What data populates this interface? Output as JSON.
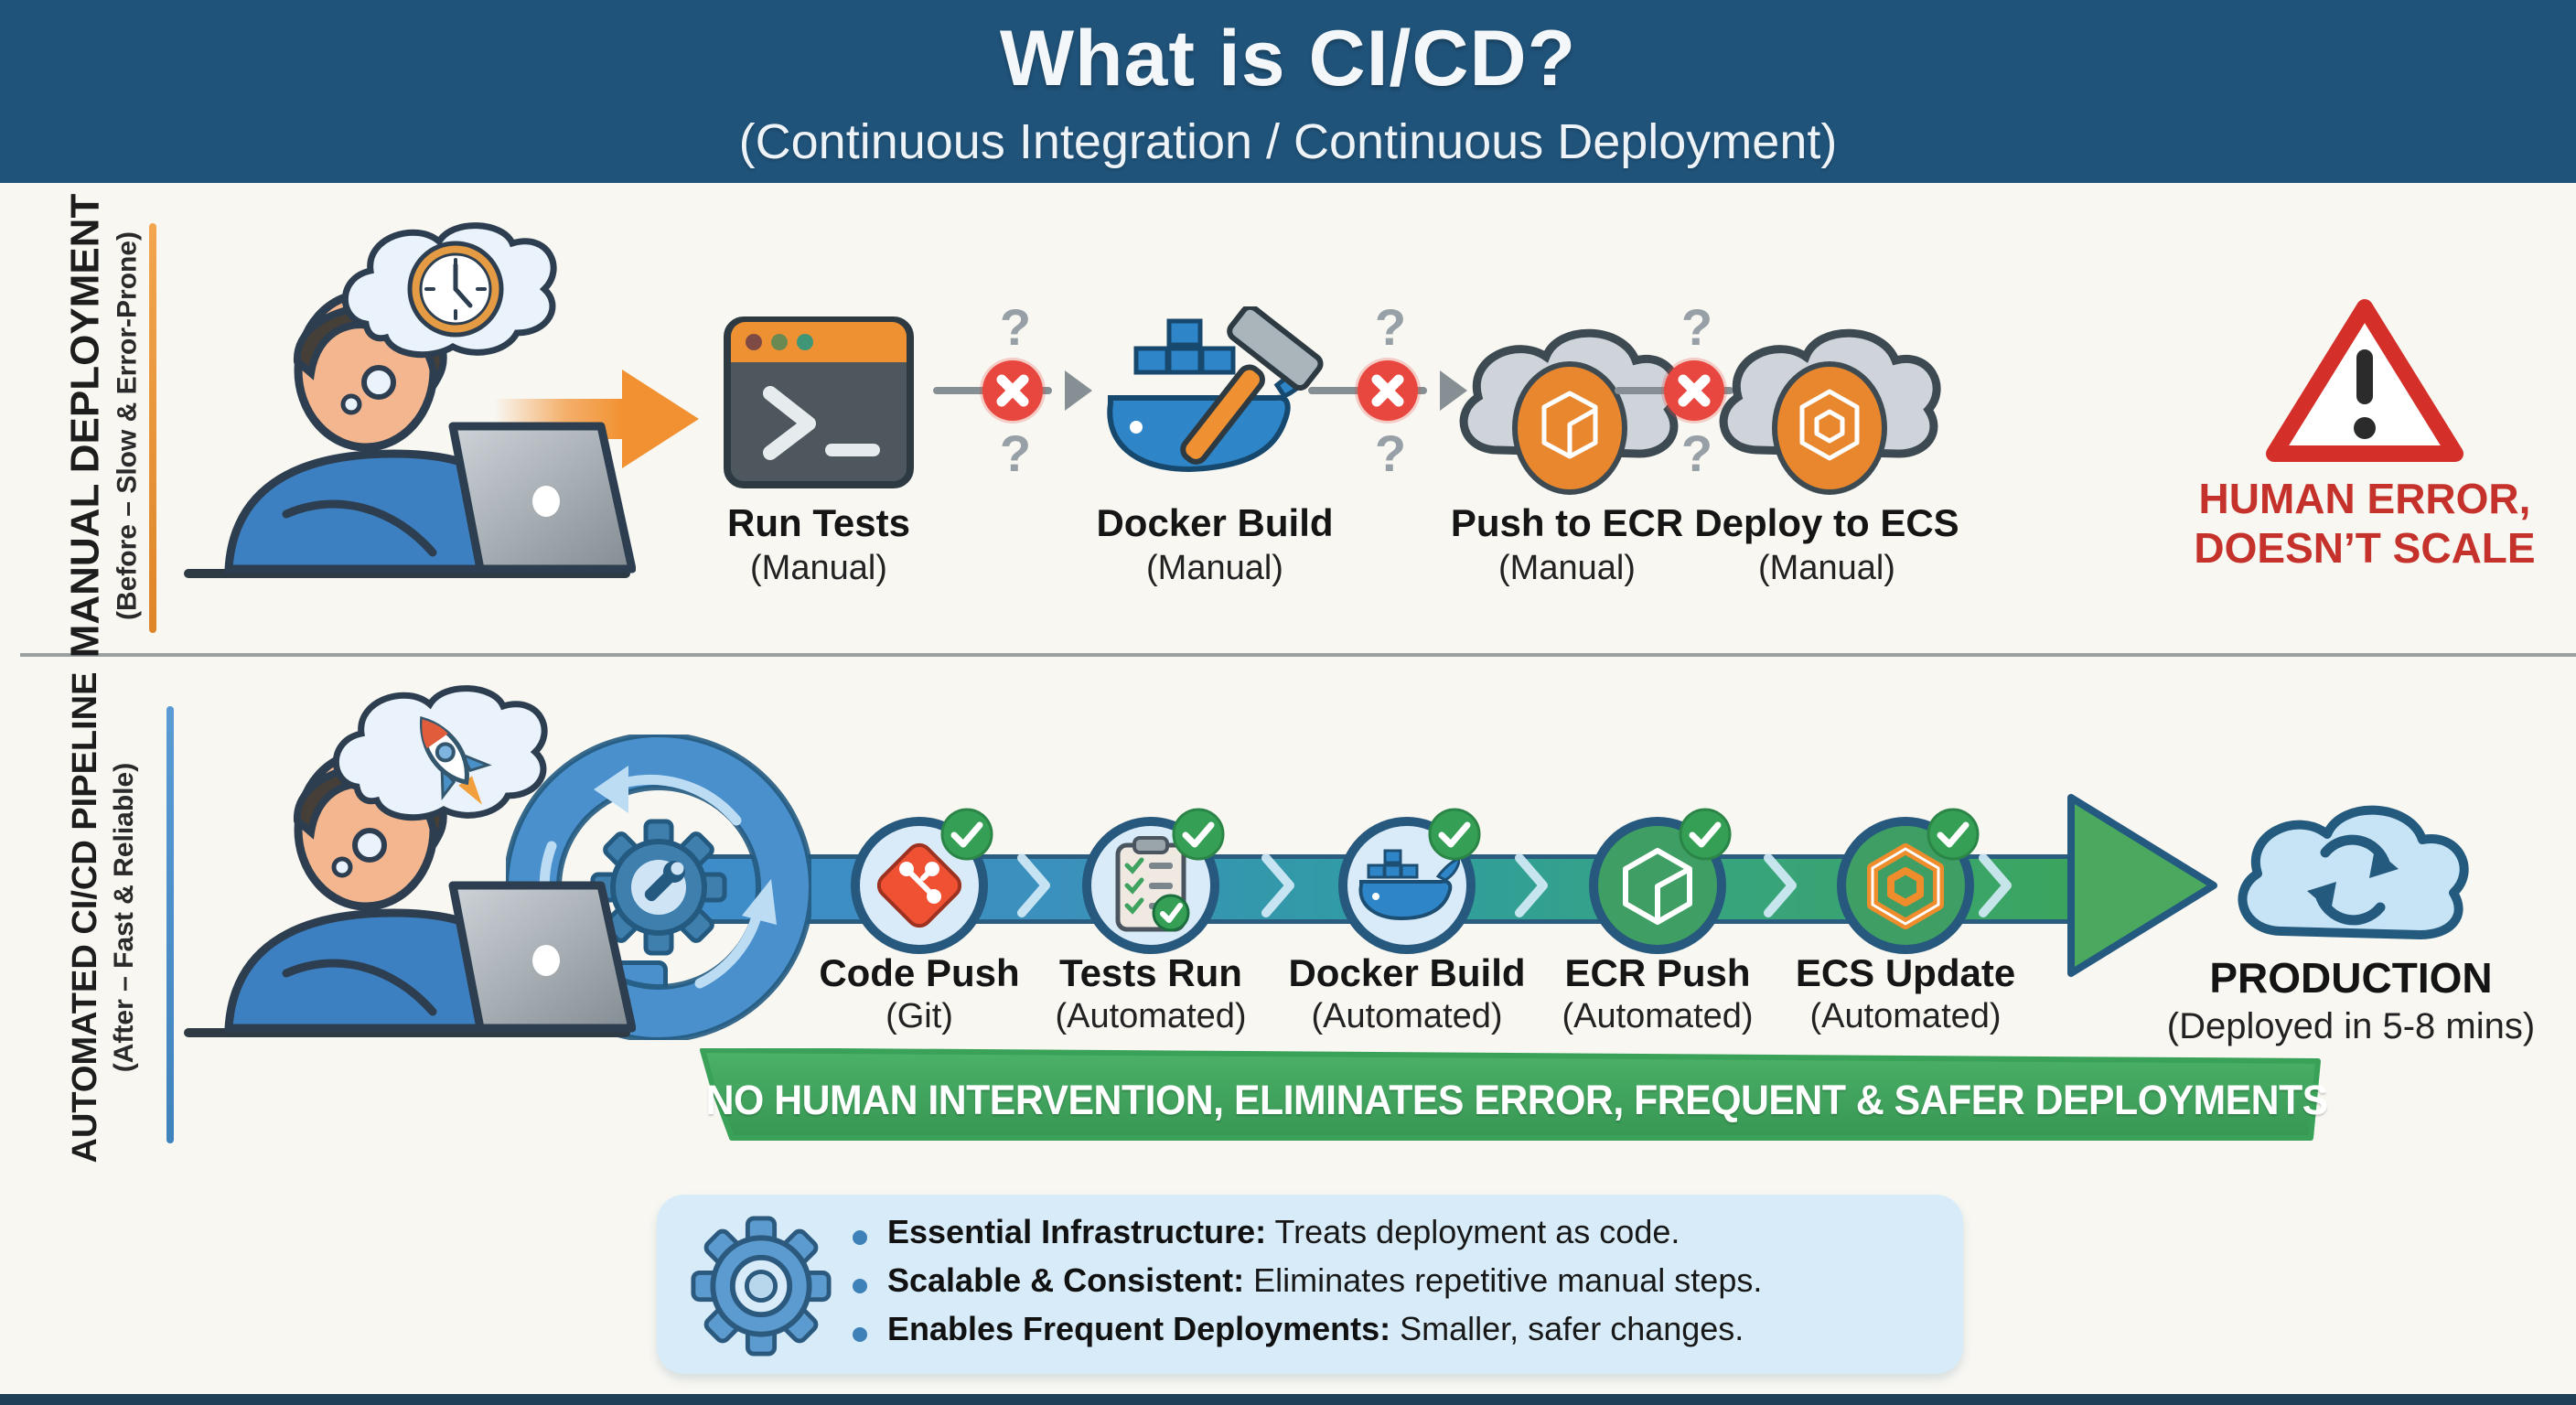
{
  "header": {
    "title": "What is CI/CD?",
    "subtitle": "(Continuous Integration / Continuous Deployment)"
  },
  "manual": {
    "side_label": "MANUAL DEPLOYMENT",
    "side_sublabel": "(Before – Slow & Error-Prone)",
    "steps": [
      {
        "label": "Run Tests",
        "sub": "(Manual)"
      },
      {
        "label": "Docker Build",
        "sub": "(Manual)"
      },
      {
        "label": "Push to ECR",
        "sub": "(Manual)"
      },
      {
        "label": "Deploy to ECS",
        "sub": "(Manual)"
      }
    ],
    "connector_question": "?",
    "warning_line1": "HUMAN ERROR,",
    "warning_line2": "DOESN’T SCALE"
  },
  "automated": {
    "side_label": "AUTOMATED CI/CD PIPELINE",
    "side_sublabel": "(After – Fast & Reliable)",
    "steps": [
      {
        "label": "Code Push",
        "sub": "(Git)"
      },
      {
        "label": "Tests Run",
        "sub": "(Automated)"
      },
      {
        "label": "Docker Build",
        "sub": "(Automated)"
      },
      {
        "label": "ECR Push",
        "sub": "(Automated)"
      },
      {
        "label": "ECS Update",
        "sub": "(Automated)"
      }
    ],
    "production_label": "PRODUCTION",
    "production_sub": "(Deployed in 5-8 mins)",
    "ribbon": "NO HUMAN INTERVENTION, ELIMINATES ERROR, FREQUENT & SAFER DEPLOYMENTS"
  },
  "benefits": {
    "items": [
      {
        "head": "Essential Infrastructure:",
        "tail": " Treats deployment as code."
      },
      {
        "head": "Scalable & Consistent:",
        "tail": " Eliminates repetitive manual steps."
      },
      {
        "head": "Enables Frequent Deployments:",
        "tail": " Smaller, safer changes."
      }
    ]
  },
  "colors": {
    "header_bg": "#20537a",
    "accent_orange": "#ef9132",
    "accent_red": "#e0413a",
    "accent_green": "#3fa45c",
    "band_blue": "#3f8ccb",
    "band_teal": "#2f9da0",
    "band_green": "#3ba55e",
    "info_bg": "#d7ebf8",
    "warning_red": "#d43a30"
  }
}
